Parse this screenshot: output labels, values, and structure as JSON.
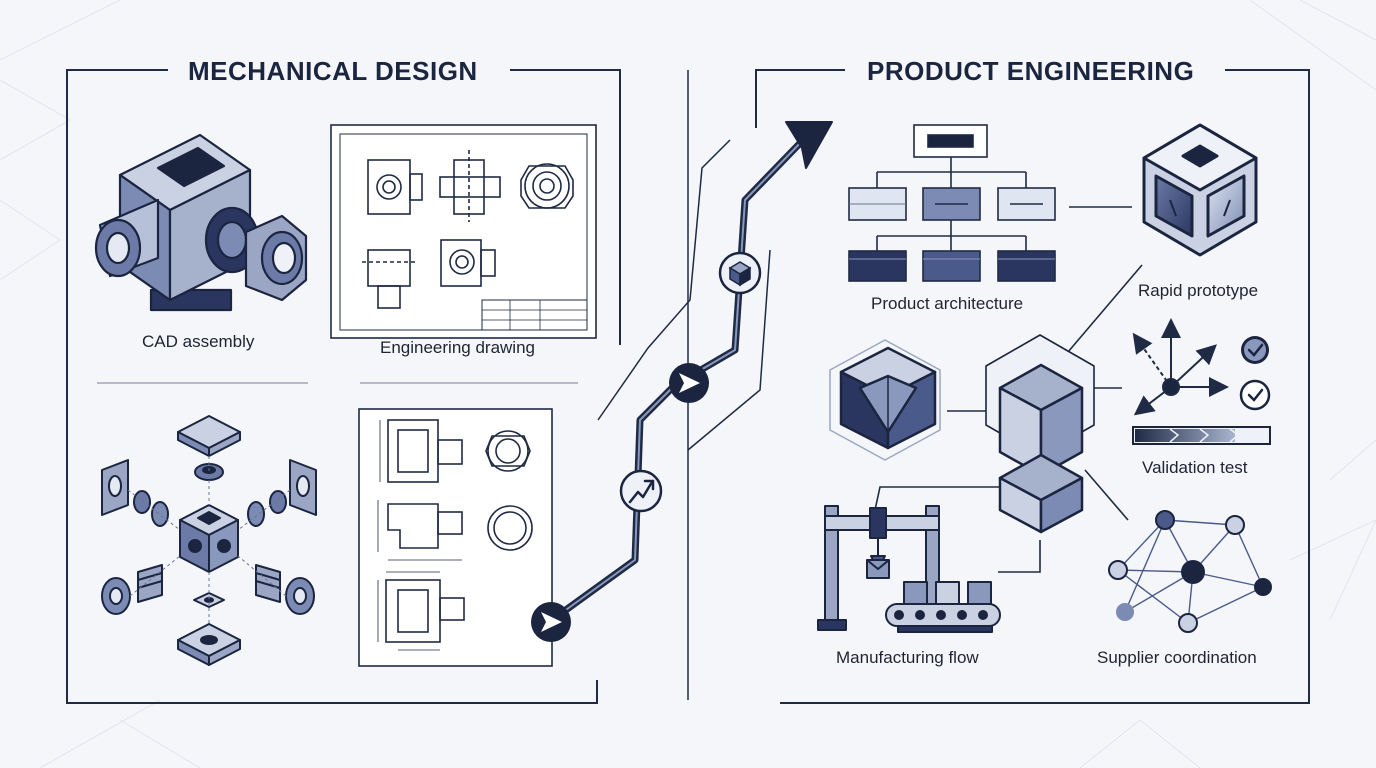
{
  "mechanical": {
    "title": "MECHANICAL DESIGN",
    "cad_caption": "CAD assembly",
    "drawing_caption": "Engineering drawing"
  },
  "product": {
    "title": "PRODUCT ENGINEERING",
    "architecture_caption": "Product architecture",
    "prototype_caption": "Rapid prototype",
    "validation_caption": "Validation test",
    "manufacturing_caption": "Manufacturing flow",
    "supplier_caption": "Supplier coordination"
  },
  "colors": {
    "navy": "#1b2540",
    "steel": "#4a5a8a",
    "light_steel": "#c9d1e3",
    "line": "#1f2a44",
    "background": "#f4f6f9"
  },
  "icons": [
    "cube-icon",
    "arrow-icon",
    "trend-arrow-icon",
    "check-icon",
    "gear-icon"
  ]
}
